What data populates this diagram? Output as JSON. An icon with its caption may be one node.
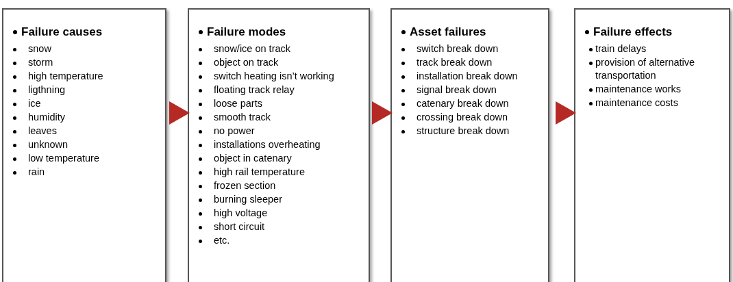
{
  "diagram": {
    "nodes": [
      {
        "text": [
          "Failure causes",
          "snow",
          "storm",
          "high temperature",
          "ligthning",
          "ice",
          "humidity",
          "leaves",
          "unknown",
          "low temperature",
          "rain"
        ]
      },
      {
        "text": [
          "Failure modes",
          "snow/ice on track",
          "object on track",
          "switch heating isn’t working",
          "floating track relay",
          "loose parts",
          "smooth track",
          "no power",
          "installations overheating",
          "object in catenary",
          "high rail temperature",
          "frozen section",
          "burning sleeper",
          "high voltage",
          "short circuit",
          "etc."
        ]
      },
      {
        "text": [
          "Asset failures",
          "switch break down",
          "track break down",
          "installation break down",
          "signal break down",
          "catenary break down",
          "crossing break down",
          "structure break down"
        ]
      },
      {
        "text": [
          "Failure effects",
          "train delays",
          "provision of alternative transportation",
          "maintenance works",
          "maintenance costs"
        ]
      }
    ],
    "edges": [
      {
        "from": 0,
        "to": 1,
        "arrow": "to"
      },
      {
        "from": 1,
        "to": 2,
        "arrow": "to"
      },
      {
        "from": 2,
        "to": 3,
        "arrow": "to"
      }
    ]
  }
}
